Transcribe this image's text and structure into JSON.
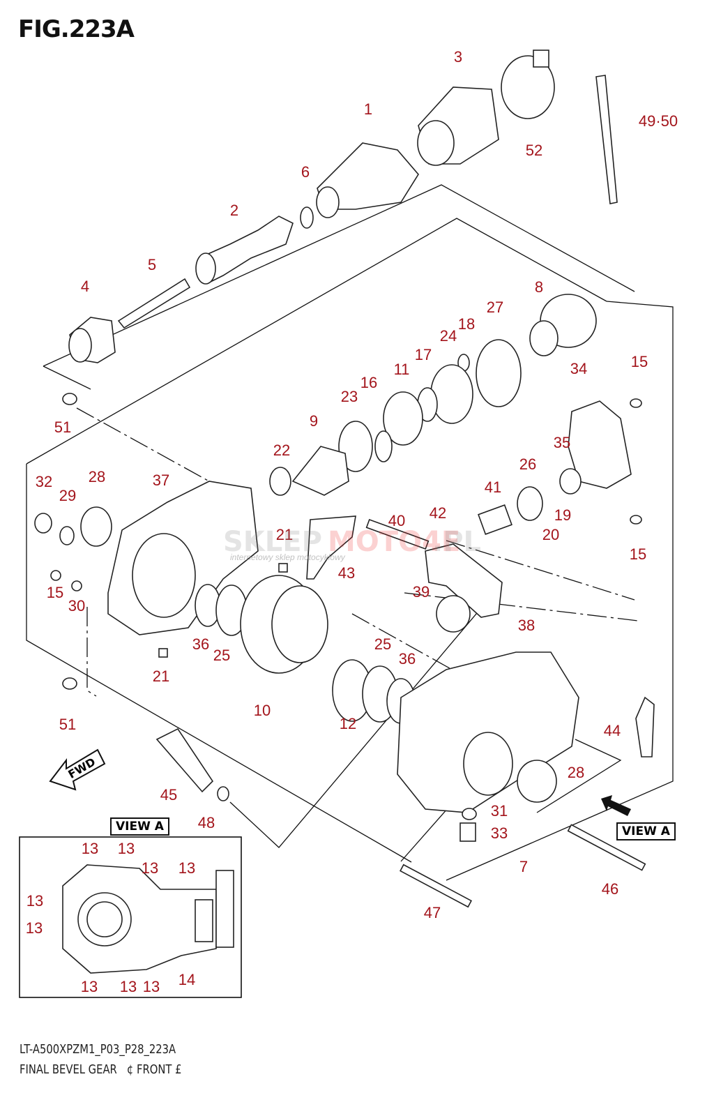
{
  "figure_title": "FIG.223A",
  "callouts": [
    "1",
    "3",
    "52",
    "49·50",
    "6",
    "2",
    "5",
    "4",
    "8",
    "27",
    "18",
    "24",
    "17",
    "11",
    "16",
    "23",
    "15",
    "34",
    "9",
    "22",
    "51",
    "35",
    "26",
    "32",
    "29",
    "28",
    "37",
    "41",
    "19",
    "20",
    "40",
    "42",
    "21",
    "43",
    "15",
    "15",
    "30",
    "39",
    "38",
    "36",
    "25",
    "25",
    "36",
    "21",
    "10",
    "12",
    "51",
    "44",
    "28",
    "45",
    "31",
    "48",
    "33",
    "7",
    "46",
    "47"
  ],
  "view_a": {
    "label": "VIEW A",
    "callouts": [
      "13",
      "13",
      "13",
      "13",
      "13",
      "13",
      "13",
      "13",
      "13",
      "14"
    ]
  },
  "view_a_arrow_label": "VIEW A",
  "fwd_label": "FWD",
  "watermark": {
    "main": "SKLEPMOTO4E.PL",
    "sub": "internetowy sklep motocyklowy"
  },
  "footer": {
    "model_code": "LT-A500XPZM1_P03_P28_223A",
    "caption": "FINAL BEVEL GEAR   ¢ FRONT £"
  },
  "colors": {
    "callout": "#a3141b",
    "line": "#111111"
  }
}
